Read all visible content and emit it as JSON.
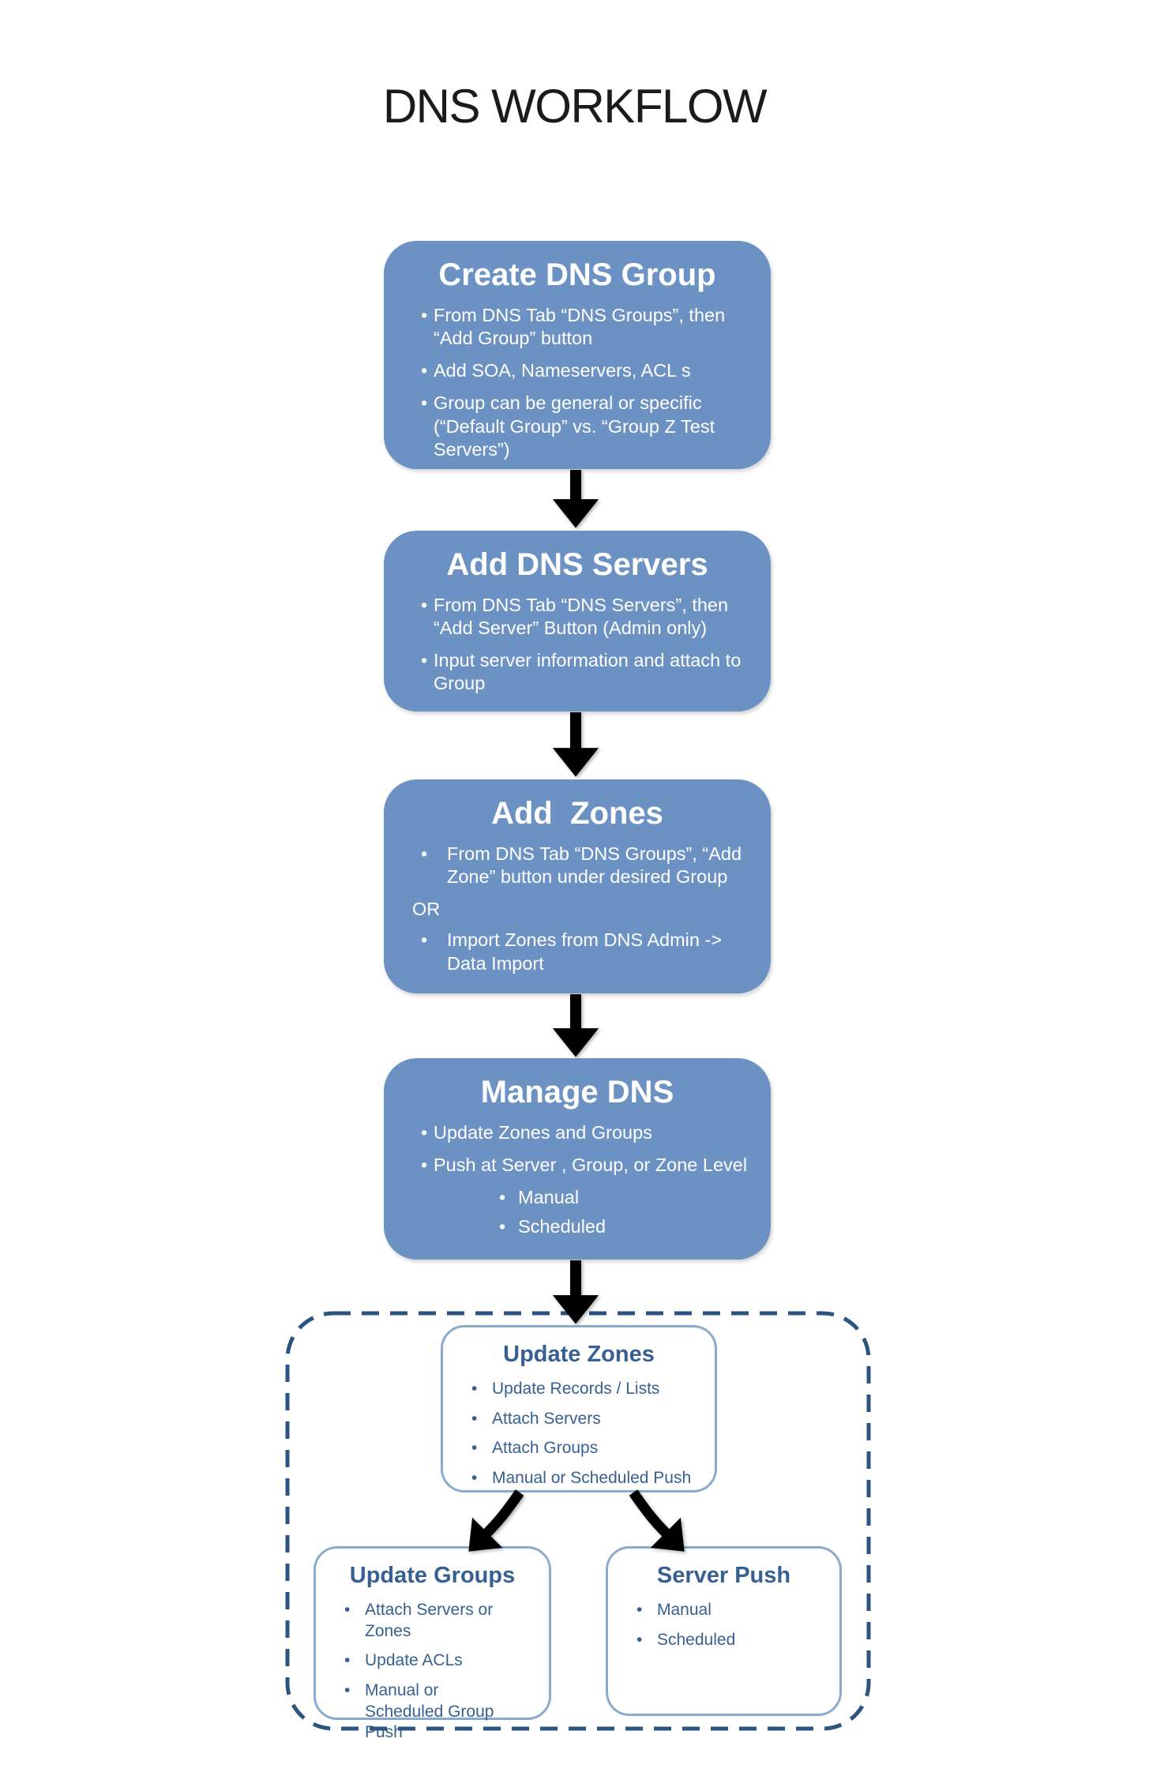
{
  "title": "DNS WORKFLOW",
  "boxes": {
    "create_group": {
      "title": "Create DNS Group",
      "bullets": [
        "From DNS Tab “DNS Groups”, then “Add Group” button",
        "Add SOA, Nameservers, ACL s",
        "Group can be general or specific (“Default Group” vs. “Group Z Test Servers”)"
      ]
    },
    "add_servers": {
      "title": "Add DNS Servers",
      "bullets": [
        "From DNS Tab “DNS Servers”, then “Add Server” Button (Admin only)",
        "Input server information and attach to Group"
      ]
    },
    "add_zones": {
      "title": "Add  Zones",
      "bullet1": "From DNS Tab “DNS Groups”, “Add Zone” button under desired Group",
      "or_label": "OR",
      "bullet2": "Import Zones from DNS Admin -> Data Import"
    },
    "manage_dns": {
      "title": "Manage DNS",
      "bullets": [
        "Update Zones and Groups",
        "Push at Server , Group, or Zone Level"
      ],
      "sub_bullets": [
        "Manual",
        "Scheduled"
      ]
    },
    "update_zones": {
      "title": "Update Zones",
      "bullets": [
        "Update Records / Lists",
        "Attach Servers",
        "Attach Groups",
        "Manual or Scheduled Push"
      ]
    },
    "update_groups": {
      "title": "Update Groups",
      "bullets": [
        "Attach Servers or Zones",
        "Update ACLs",
        "Manual or Scheduled Group Push"
      ]
    },
    "server_push": {
      "title": "Server Push",
      "bullets": [
        "Manual",
        "Scheduled"
      ]
    }
  },
  "colors": {
    "flow_box_fill": "#6c92c4",
    "flow_box_text": "#ffffff",
    "detail_box_border": "#8aabd0",
    "detail_box_text": "#376092",
    "dashed_boundary": "#2d5380",
    "arrow": "#000000",
    "title_text": "#1b1b1b"
  }
}
